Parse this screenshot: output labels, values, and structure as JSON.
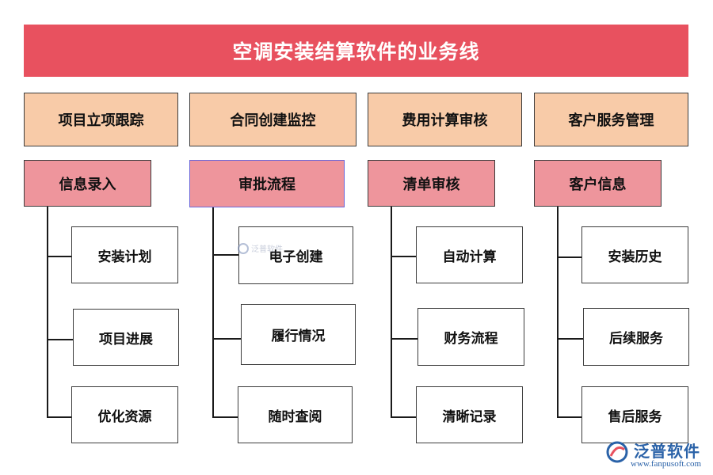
{
  "title": "空调安装结算软件的业务线",
  "columns": [
    {
      "category": "项目立项跟踪",
      "subcategory": "信息录入",
      "items": [
        "安装计划",
        "项目进展",
        "优化资源"
      ]
    },
    {
      "category": "合同创建监控",
      "subcategory": "审批流程",
      "items": [
        "电子创建",
        "履行情况",
        "随时查阅"
      ]
    },
    {
      "category": "费用计算审核",
      "subcategory": "清单审核",
      "items": [
        "自动计算",
        "财务流程",
        "清晰记录"
      ]
    },
    {
      "category": "客户服务管理",
      "subcategory": "客户信息",
      "items": [
        "安装历史",
        "后续服务",
        "售后服务"
      ]
    }
  ],
  "watermark": {
    "text": "泛普软件"
  },
  "brand": {
    "name": "泛普软件",
    "url": "www.fanpusoft.com",
    "logo_icon": "fanpu-logo-icon"
  },
  "colors": {
    "title_bg": "#e8515f",
    "category_bg": "#f8cba8",
    "subcategory_bg": "#ee959c",
    "leaf_bg": "#ffffff",
    "brand": "#2a62a8"
  }
}
